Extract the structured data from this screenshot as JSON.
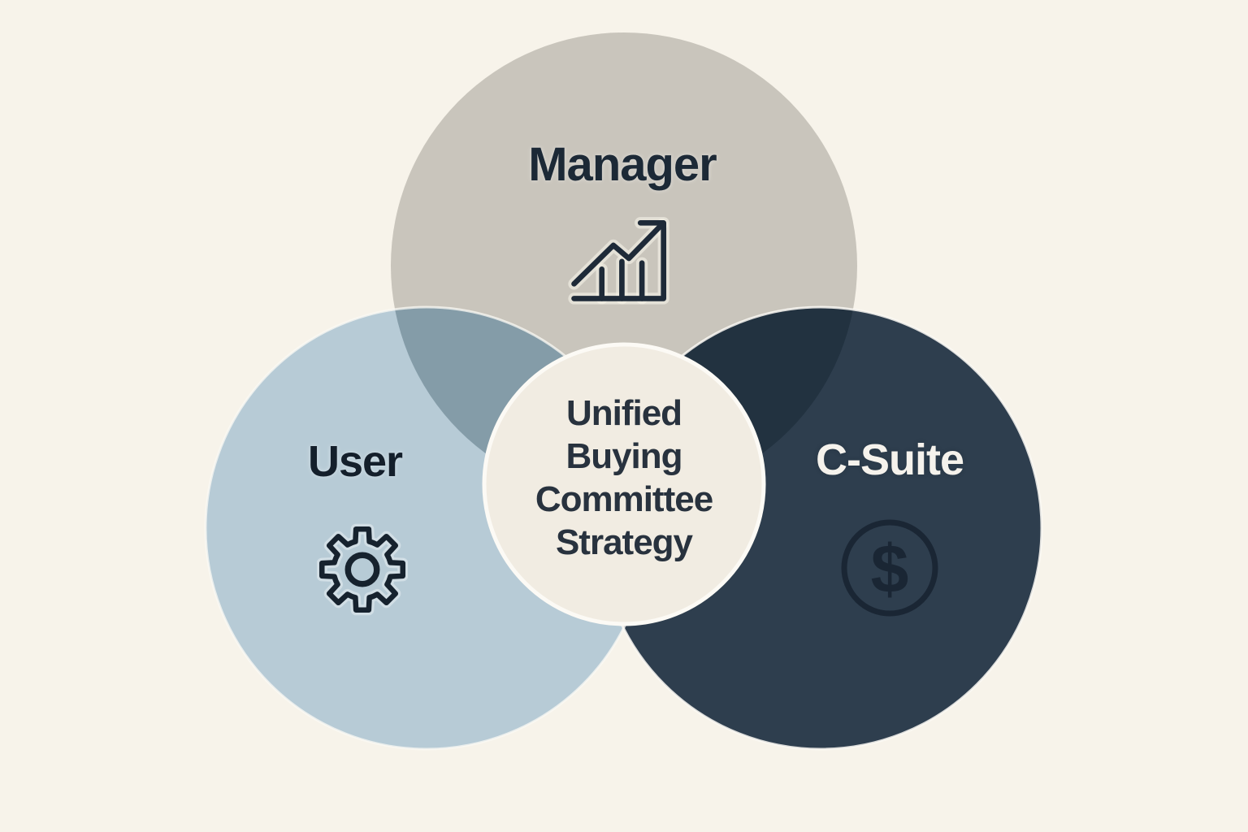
{
  "title": "Unified Buying Committee Strategy venn diagram",
  "background": "#f7f3ea",
  "circles": {
    "manager": {
      "label": "Manager",
      "fill": "#c9c5bc",
      "text_color": "#1c2936",
      "icon_color": "#1e2a38",
      "icon": "growth-chart-icon"
    },
    "user": {
      "label": "User",
      "fill": "#b7cbd6",
      "text_color": "#141f2b",
      "icon_color": "#16222e",
      "icon": "gear-icon"
    },
    "csuite": {
      "label": "C-Suite",
      "fill": "#2e3e4e",
      "text_color": "#f5f2ec",
      "icon_color": "#1a2634",
      "icon": "dollar-circle-icon"
    }
  },
  "overlaps": {
    "manager_user": "#849ca8",
    "manager_csuite": "#223240"
  },
  "center": {
    "label": "Unified Buying Committee Strategy",
    "lines": [
      "Unified",
      "Buying",
      "Committee",
      "Strategy"
    ],
    "fill": "#f1ece2",
    "stroke": "#fcfaf5",
    "text_color": "#28323e"
  },
  "icons": {
    "dollar_symbol": "$"
  }
}
